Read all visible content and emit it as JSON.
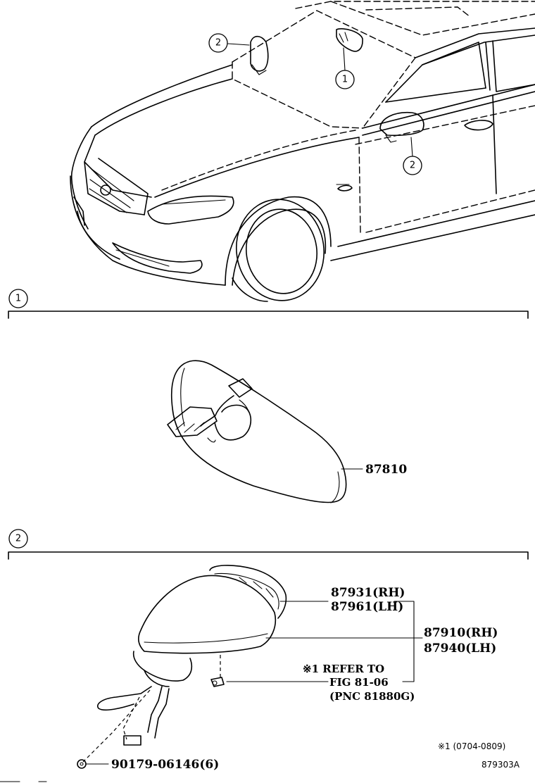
{
  "callouts": {
    "c1": "1",
    "c2": "2"
  },
  "sections": [
    {
      "number": "1"
    },
    {
      "number": "2"
    }
  ],
  "inner_mirror": {
    "part_number": "87810"
  },
  "outer_mirror": {
    "glass_rh": "87931(RH)",
    "glass_lh": "87961(LH)",
    "assy_rh": "87910(RH)",
    "assy_lh": "87940(LH)",
    "refer_line1": "※1 REFER TO",
    "refer_line2": "FIG 81-06",
    "refer_line3": "(PNC 81880G)",
    "screw": "90179-06146(6)"
  },
  "footnote": {
    "range": "※1 (0704-0809)",
    "figure_id": "879303A"
  }
}
